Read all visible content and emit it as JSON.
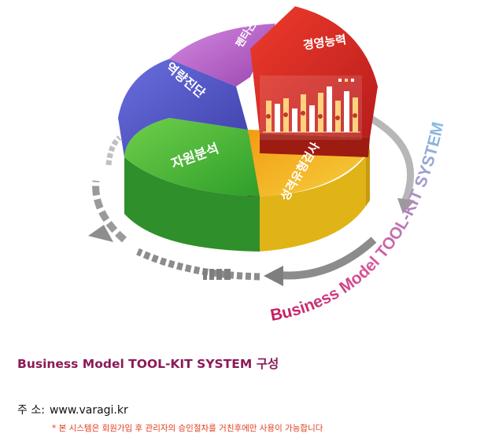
{
  "diagram": {
    "segments": [
      {
        "id": "management-capability",
        "label": "경영능력",
        "color": "#d92b1f"
      },
      {
        "id": "personality-aptitude",
        "label": "성격유형검사",
        "color": "#f0c419"
      },
      {
        "id": "resource-analysis",
        "label": "자원분석",
        "color": "#4caf3a"
      },
      {
        "id": "competency-diagnosis",
        "label": "역량진단",
        "color": "#4a4fc0"
      },
      {
        "id": "pentagon",
        "label": "펜타곤",
        "color": "#b45bc4"
      }
    ],
    "arc_text": "Business Model TOOL-KIT SYSTEM",
    "arc_text_color_start": "#c2185b",
    "arc_text_color_end": "#7fc4e8"
  },
  "title": "Business Model TOOL-KIT SYSTEM 구성",
  "address": {
    "label": "주 소:",
    "value": "www.varagi.kr"
  },
  "notice": "* 본 시스템은 회원가입 후 관리자의 승인절차를 거친후에만 사용이 가능합니다"
}
